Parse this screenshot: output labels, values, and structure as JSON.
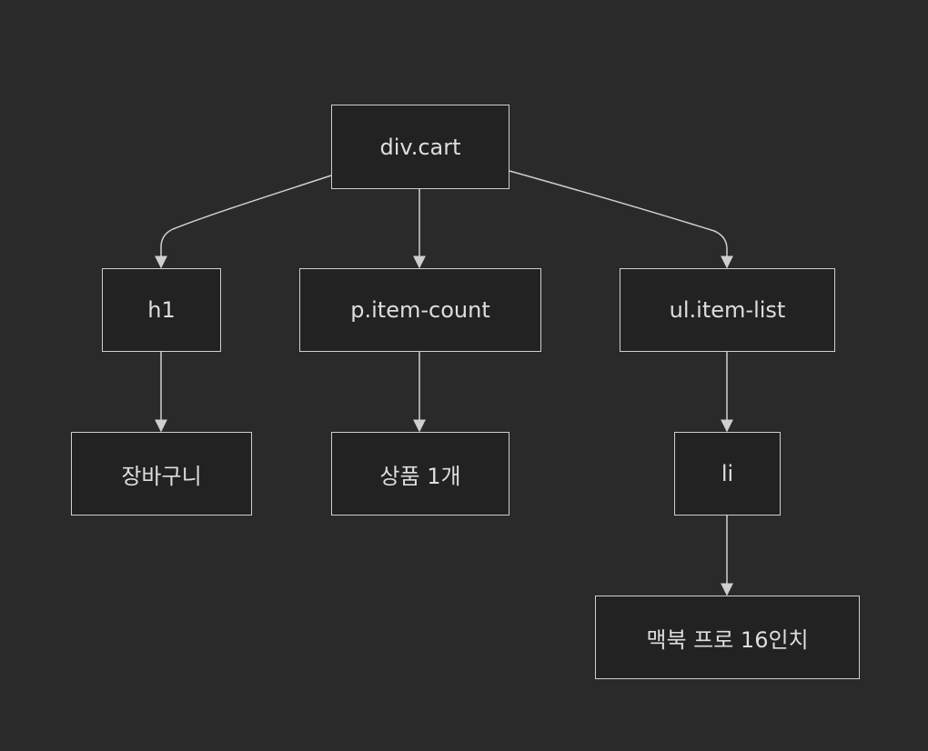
{
  "colors": {
    "background": "#2a2a2a",
    "node_fill": "#222222",
    "node_stroke": "#cfcfcf",
    "edge": "#cfcfcf",
    "text": "#dedede"
  },
  "nodes": {
    "div_cart": "div.cart",
    "h1": "h1",
    "p_item_count": "p.item-count",
    "ul_item_list": "ul.item-list",
    "h1_text": "장바구니",
    "item_count_text": "상품 1개",
    "li": "li",
    "li_text": "맥북 프로 16인치"
  },
  "edges": [
    {
      "from": "div.cart",
      "to": "h1"
    },
    {
      "from": "div.cart",
      "to": "p.item-count"
    },
    {
      "from": "div.cart",
      "to": "ul.item-list"
    },
    {
      "from": "h1",
      "to": "장바구니"
    },
    {
      "from": "p.item-count",
      "to": "상품 1개"
    },
    {
      "from": "ul.item-list",
      "to": "li"
    },
    {
      "from": "li",
      "to": "맥북 프로 16인치"
    }
  ]
}
